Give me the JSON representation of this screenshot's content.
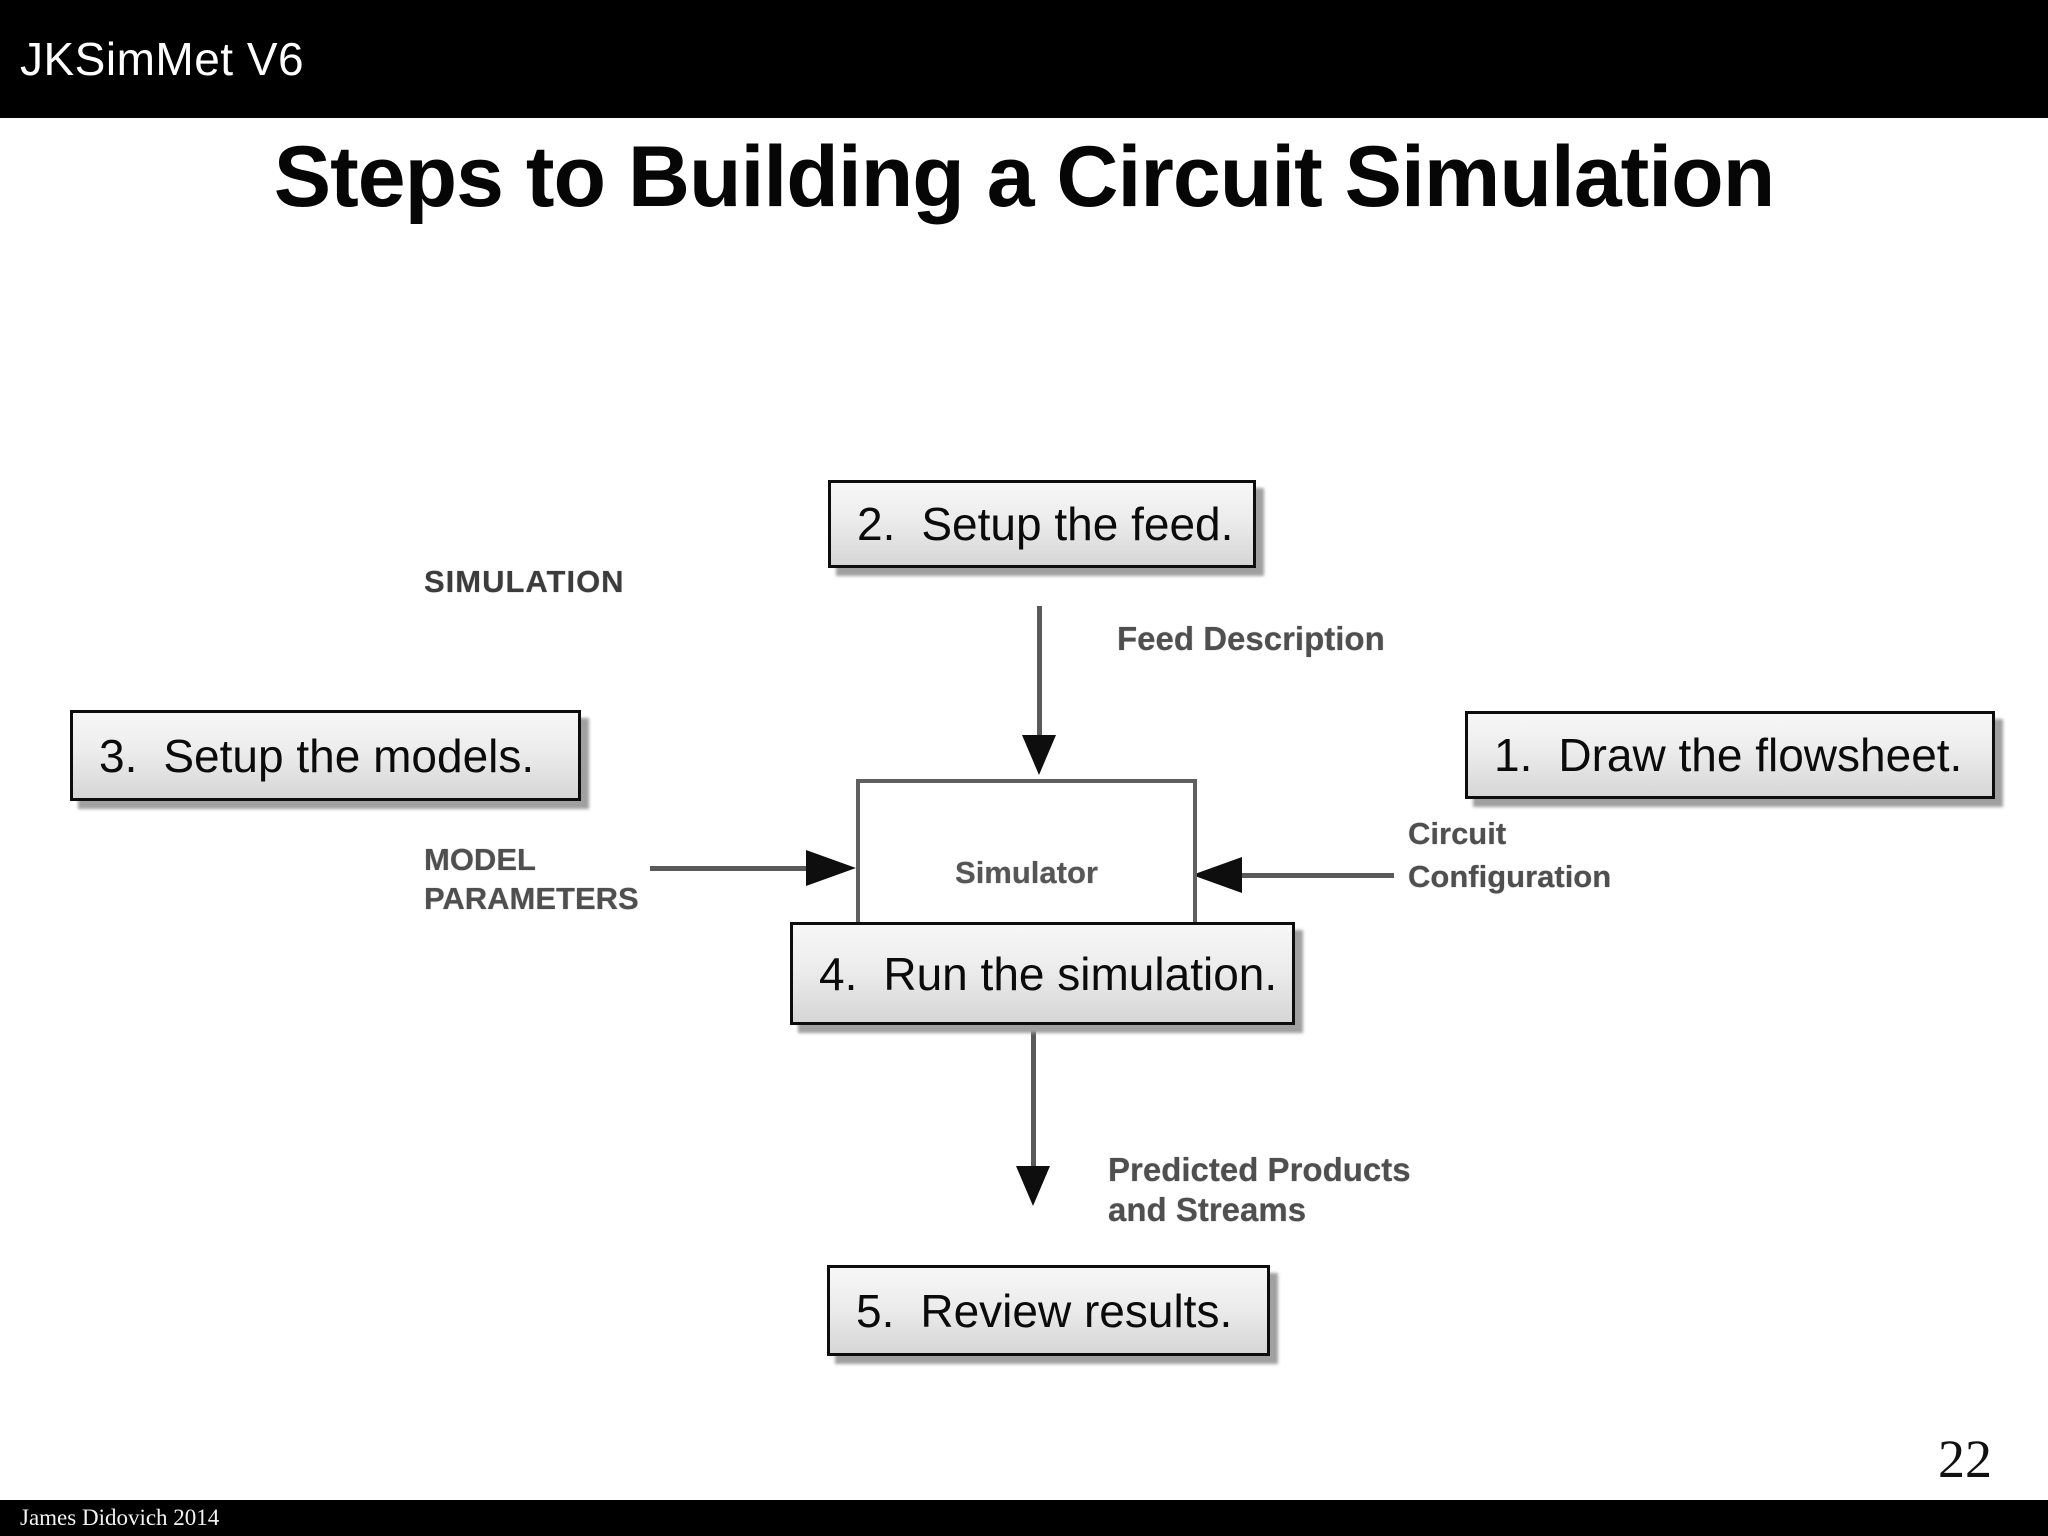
{
  "header": {
    "app_title": "JKSimMet V6"
  },
  "slide": {
    "title": "Steps to Building a Circuit Simulation",
    "page_number": "22",
    "footer_credit": "James Didovich 2014"
  },
  "steps": [
    {
      "number": "1.",
      "label": "Draw the flowsheet."
    },
    {
      "number": "2.",
      "label": "Setup the feed."
    },
    {
      "number": "3.",
      "label": "Setup the models."
    },
    {
      "number": "4.",
      "label": "Run the simulation."
    },
    {
      "number": "5.",
      "label": "Review results."
    }
  ],
  "diagram": {
    "heading": "SIMULATION",
    "center_box_label": "Simulator",
    "feed_input_label": "Feed Description",
    "model_input_line1": "MODEL",
    "model_input_line2": "PARAMETERS",
    "circuit_input_line1": "Circuit",
    "circuit_input_line2": "Configuration",
    "output_line1": "Predicted Products",
    "output_line2": "and Streams"
  },
  "colors": {
    "header_bg": "#000000",
    "footer_bg": "#000000",
    "slide_bg": "#ffffff",
    "step_box_border": "#0d0d0d",
    "step_box_gradient_top": "#f7f7f7",
    "step_box_gradient_bottom": "#d6d6d6",
    "step_box_shadow": "#a0a0a0",
    "diagram_text_gray": "#4f4f4f",
    "arrow_line_gray": "#5a5a5a",
    "arrow_head_black": "#0e0e0e"
  }
}
